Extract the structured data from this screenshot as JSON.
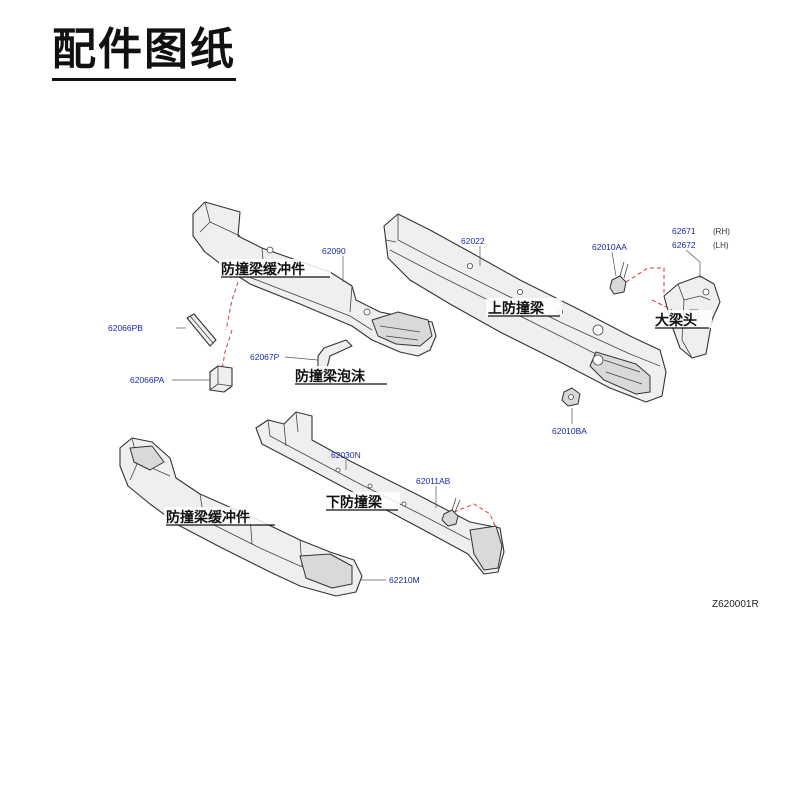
{
  "title": "配件图纸",
  "diagram_ref": "Z620001R",
  "part_numbers": {
    "p62090": "62090",
    "p62022": "62022",
    "p62010AA": "62010AA",
    "p62671": "62671",
    "p62672": "62672",
    "rh": "(RH)",
    "lh": "(LH)",
    "p62066PB": "62066PB",
    "p62067P": "62067P",
    "p62066PA": "62066PA",
    "p62010BA": "62010BA",
    "p62030N": "62030N",
    "p62011AB": "62011AB",
    "p62210M": "62210M"
  },
  "labels": {
    "upper_absorber": "防撞梁缓冲件",
    "upper_beam": "上防撞梁",
    "main_beam_head": "大梁头",
    "foam": "防撞梁泡沫",
    "lower_beam": "下防撞梁",
    "lower_absorber": "防撞梁缓冲件"
  }
}
